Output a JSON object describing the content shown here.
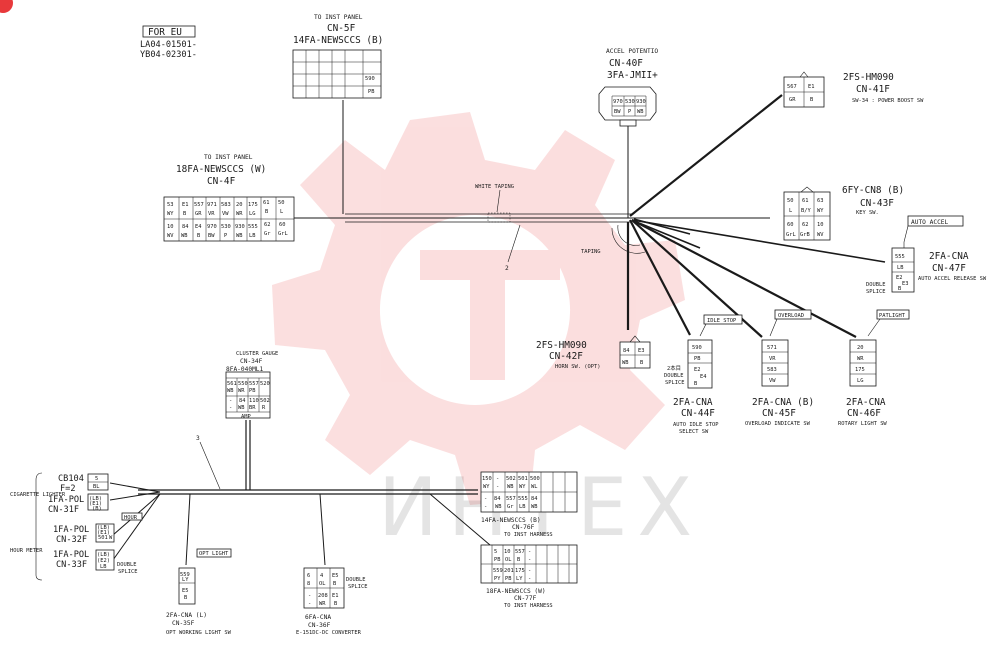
{
  "colors": {
    "ink": "#1a1a1a",
    "watermark": "#e8393b",
    "watermark_text": "#c8c8c8",
    "paper": "#ffffff"
  },
  "header": {
    "variant": "FOR EU",
    "serial_1": "LA04-01501-",
    "serial_2": "YB04-02301-"
  },
  "watermark": {
    "text": "ИНТЕХ"
  },
  "wires": {
    "w2": "2",
    "w3": "3",
    "white_taping": "WHITE TAPING",
    "taping": "TAPING"
  },
  "connectors": {
    "cn5f": {
      "top": "TO INST PANEL",
      "id": "CN-5F",
      "type": "14FA-NEWSCCS (B)",
      "cells": [
        "590",
        "PB"
      ]
    },
    "cn4f": {
      "top": "TO INST PANEL",
      "type": "18FA-NEWSCCS (W)",
      "id": "CN-4F",
      "row1": [
        "53",
        "E1",
        "557",
        "971",
        "583",
        "20",
        "175",
        "61",
        "50"
      ],
      "row1b": [
        "WY",
        "B",
        "GR",
        "VR",
        "VW",
        "WR",
        "LG",
        "B",
        "L"
      ],
      "row2": [
        "10",
        "84",
        "E4",
        "970",
        "530",
        "930",
        "555",
        "62",
        "60"
      ],
      "row2b": [
        "WV",
        "WB",
        "B",
        "BW",
        "P",
        "WB",
        "LB",
        "Gr",
        "GrL"
      ]
    },
    "cn40f": {
      "top": "ACCEL POTENTIO",
      "id": "CN-40F",
      "type": "3FA-JMII+",
      "cells": [
        "970",
        "530",
        "930",
        "BW",
        "P",
        "WB"
      ]
    },
    "cn41f": {
      "type": "2FS-HM090",
      "id": "CN-41F",
      "note": "SW-34 : POWER BOOST SW",
      "cells": [
        "567",
        "E1",
        "GR",
        "B"
      ]
    },
    "cn43f": {
      "type": "6FY-CN8 (B)",
      "id": "CN-43F",
      "note": "KEY SW.",
      "cells": [
        "50",
        "61",
        "63",
        "L",
        "B/Y",
        "WY",
        "60",
        "62",
        "10",
        "GrL",
        "GrB",
        "WV"
      ]
    },
    "cn47f": {
      "tag": "AUTO ACCEL",
      "type": "2FA-CNA",
      "id": "CN-47F",
      "note": "AUTO ACCEL RELEASE SW",
      "splice_1": "DOUBLE",
      "splice_2": "SPLICE",
      "cells": [
        "555",
        "LB",
        "E2",
        "E3",
        "B"
      ]
    },
    "cn42f": {
      "type": "2FS-HM090",
      "id": "CN-42F",
      "note": "HORN SW. (OPT)",
      "cells": [
        "84",
        "E3",
        "WB",
        "B"
      ]
    },
    "cn44f": {
      "tag": "IDLE STOP",
      "type": "2FA-CNA",
      "id": "CN-44F",
      "note_1": "AUTO IDLE STOP",
      "note_2": "SELECT SW",
      "splice_0": "2本目",
      "splice_1": "DOUBLE",
      "splice_2": "SPLICE",
      "cells": [
        "590",
        "PB",
        "E2",
        "E4",
        "B"
      ]
    },
    "cn45f": {
      "tag": "OVERLOAD",
      "type": "2FA-CNA (B)",
      "id": "CN-45F",
      "note": "OVERLOAD INDICATE SW",
      "cells": [
        "571",
        "VR",
        "583",
        "VW"
      ]
    },
    "cn46f": {
      "tag": "PATLIGHT",
      "type": "2FA-CNA",
      "id": "CN-46F",
      "note": "ROTARY LIGHT SW",
      "cells": [
        "20",
        "WR",
        "175",
        "LG"
      ]
    },
    "cn34f": {
      "top": "CLUSTER GAUGE",
      "id": "CN-34F",
      "type": "8FA-040ML1",
      "cells": [
        "561",
        "550",
        "557",
        "520",
        "-",
        "84",
        "110",
        "502",
        "WB",
        "WR",
        "PB",
        "-",
        "WB",
        "BR",
        "R"
      ],
      "foot": "AMP"
    },
    "cb104": {
      "id": "CB104",
      "type": "F=2",
      "cells": [
        "5",
        "BL"
      ]
    },
    "cn31f": {
      "type": "1FA-POL",
      "id": "CN-31F",
      "group": "CIGARETTE LIGHTER",
      "cells": [
        "(LB)",
        "(E1)",
        "(B)"
      ]
    },
    "cn32f": {
      "type": "1FA-POL",
      "id": "CN-32F",
      "group": "HOUR METER",
      "cells": [
        "(LB)",
        "(E1)",
        "501",
        "W"
      ],
      "tag": "HOUR"
    },
    "cn33f": {
      "type": "1FA-POL",
      "id": "CN-33F",
      "cells": [
        "(LB)",
        "(E2)",
        "LB"
      ],
      "splice_1": "DOUBLE",
      "splice_2": "SPLICE"
    },
    "cn35f": {
      "tag": "OPT LIGHT",
      "type": "2FA-CNA (L)",
      "id": "CN-35F",
      "note": "OPT WORKING LIGHT SW",
      "cells": [
        "559",
        "LY",
        "E5",
        "B"
      ]
    },
    "cn36f": {
      "type": "6FA-CNA",
      "id": "CN-36F",
      "note": "E-151DC-DC CONVERTER",
      "splice_1": "DOUBLE",
      "splice_2": "SPLICE",
      "cells": [
        "6",
        "4",
        "E5",
        "8",
        "OL",
        "B",
        "-",
        "208",
        "E1",
        "-",
        "WR",
        "B"
      ]
    },
    "cn76f": {
      "type": "14FA-NEWSCCS (B)",
      "id": "CN-76F",
      "note": "TO INST HARNESS",
      "cells": [
        "150",
        "-",
        "502",
        "501",
        "500",
        "WY",
        "-",
        "WB",
        "WY",
        "WL",
        "-",
        "84",
        "557",
        "555",
        "84",
        "-",
        "WB",
        "Gr",
        "LB",
        "WB"
      ]
    },
    "cn77f": {
      "type": "18FA-NEWSCCS (W)",
      "id": "CN-77F",
      "note": "TO INST HARNESS",
      "cells": [
        "5",
        "10",
        "557",
        "-",
        "PB",
        "OL",
        "B",
        "-",
        "559",
        "201",
        "175",
        "-",
        "PY",
        "PB",
        "LY",
        "-"
      ]
    }
  }
}
